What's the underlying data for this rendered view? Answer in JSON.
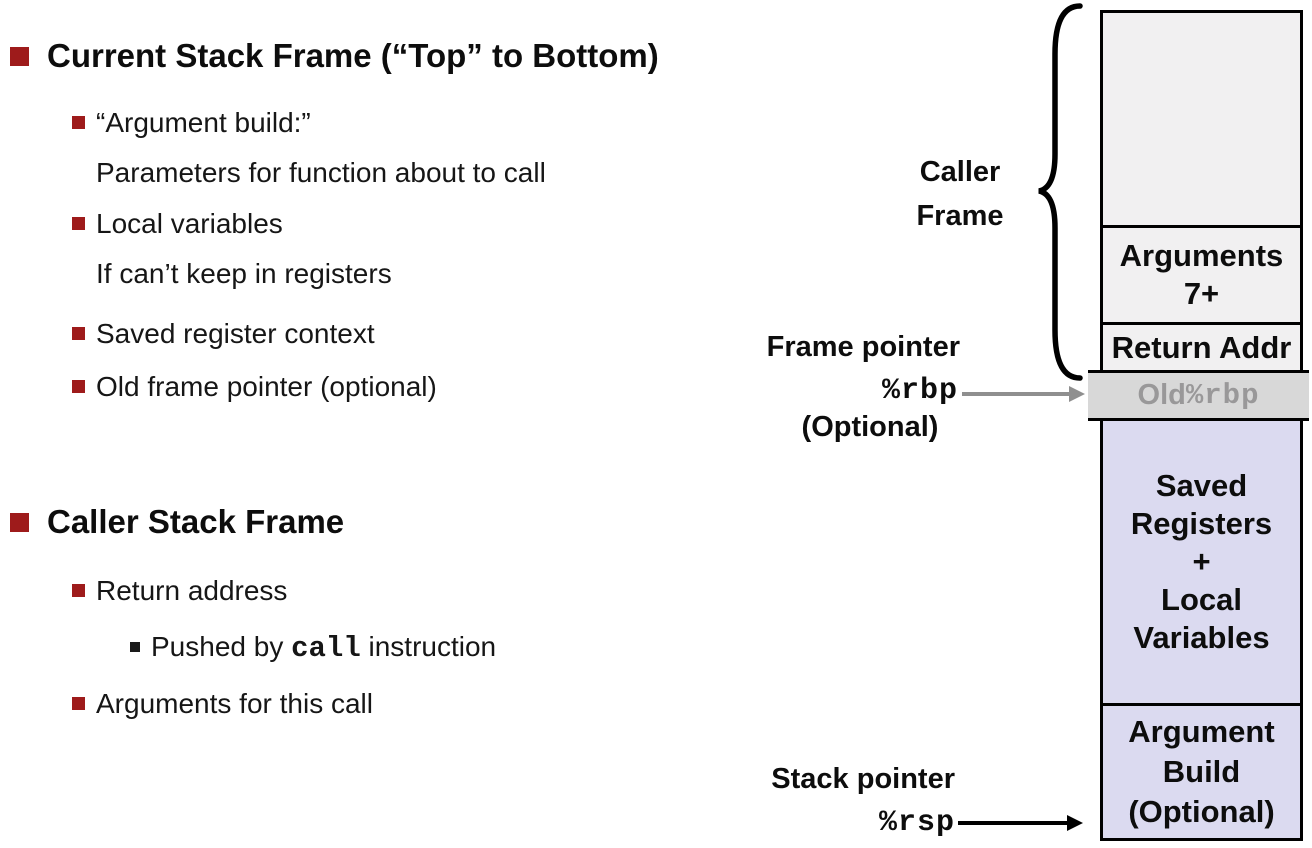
{
  "content": {
    "section1": {
      "title": "Current Stack Frame (“Top” to Bottom)",
      "b1_l1": "“Argument build:”",
      "b1_l2": "Parameters for function about to call",
      "b2_l1": "Local variables",
      "b2_l2": "If can’t keep in registers",
      "b3": "Saved register context",
      "b4": "Old frame pointer (optional)"
    },
    "section2": {
      "title": "Caller Stack Frame",
      "b1": "Return address",
      "b1_sub_pre": "Pushed by ",
      "b1_sub_code": "call",
      "b1_sub_post": " instruction",
      "b2": "Arguments for this call"
    }
  },
  "diagram": {
    "caller_frame_l1": "Caller",
    "caller_frame_l2": "Frame",
    "frame_pointer_label": "Frame pointer",
    "frame_pointer_reg": "%rbp",
    "frame_pointer_note": "(Optional)",
    "stack_pointer_label": "Stack pointer",
    "stack_pointer_reg": "%rsp",
    "boxes": {
      "args_l1": "Arguments",
      "args_l2": "7+",
      "return_addr": "Return Addr",
      "old_pre": "Old ",
      "old_reg": "%rbp",
      "saved_l1": "Saved",
      "saved_l2": "Registers",
      "saved_l3": "+",
      "saved_l4": "Local",
      "saved_l5": "Variables",
      "argbuild_l1": "Argument",
      "argbuild_l2": "Build",
      "argbuild_l3": "(Optional)"
    }
  },
  "colors": {
    "accent_red": "#9e1b1b",
    "box_light_gray": "#f1f0f1",
    "box_mid_gray": "#d8d8d8",
    "box_lavender": "#dbdaf0",
    "old_rbp_text": "#999899",
    "frame_pointer_arrow": "#8f8f8f",
    "stack_pointer_arrow": "#000000"
  }
}
